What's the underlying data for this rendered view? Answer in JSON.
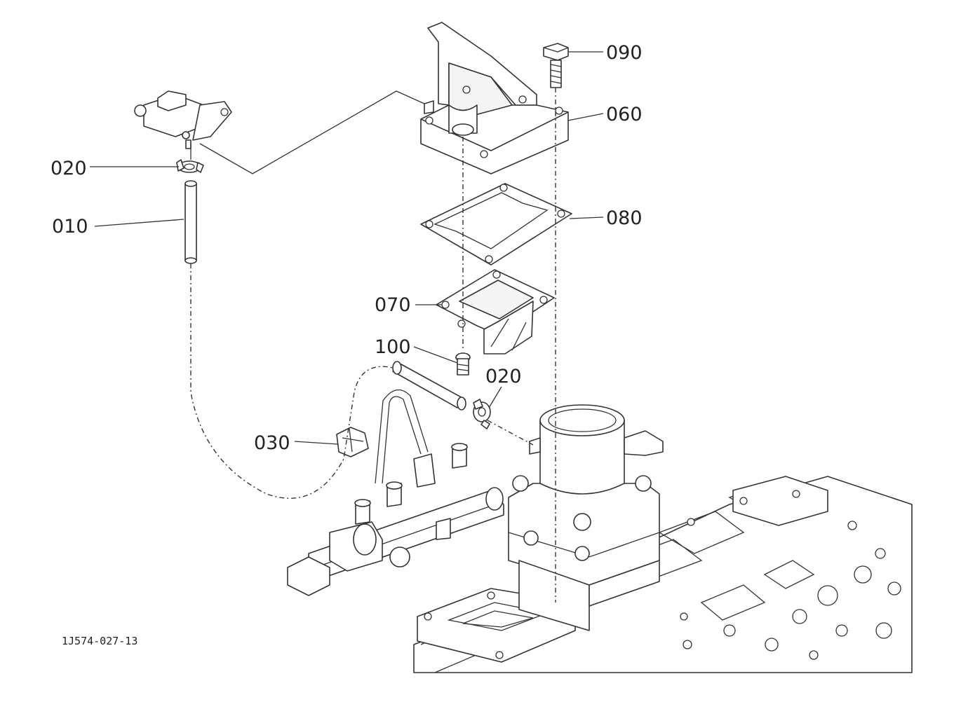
{
  "diagram": {
    "reference": "1J574-027-13",
    "callouts": [
      {
        "id": "090",
        "label": "090"
      },
      {
        "id": "060",
        "label": "060"
      },
      {
        "id": "080",
        "label": "080"
      },
      {
        "id": "070",
        "label": "070"
      },
      {
        "id": "100",
        "label": "100"
      },
      {
        "id": "020a",
        "label": "020"
      },
      {
        "id": "020b",
        "label": "020"
      },
      {
        "id": "010",
        "label": "010"
      },
      {
        "id": "030",
        "label": "030"
      }
    ]
  }
}
